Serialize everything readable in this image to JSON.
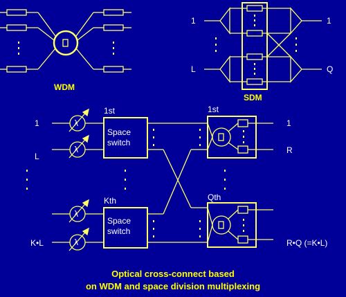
{
  "colors": {
    "background": "#000099",
    "lines": "#ffff66",
    "text": "#ffffff",
    "title": "#ffff00"
  },
  "wdm": {
    "label": "WDM",
    "center_glyph": "▯"
  },
  "sdm": {
    "label": "SDM",
    "input_top": "1",
    "input_bottom": "L",
    "output_top": "1",
    "output_bottom": "Q"
  },
  "occ": {
    "inputs": [
      "1",
      "L",
      "K•L"
    ],
    "lambda": "λ",
    "switch_top_index": "1st",
    "switch_bottom_index": "Kth",
    "switch_label_1": "Space",
    "switch_label_2": "switch",
    "mux_top_index": "1st",
    "mux_bottom_index": "Qth",
    "outputs": [
      "1",
      "R",
      "R•Q (=K•L)"
    ]
  },
  "caption": {
    "line1": "Optical cross-connect based",
    "line2": "on WDM and space division multiplexing"
  }
}
